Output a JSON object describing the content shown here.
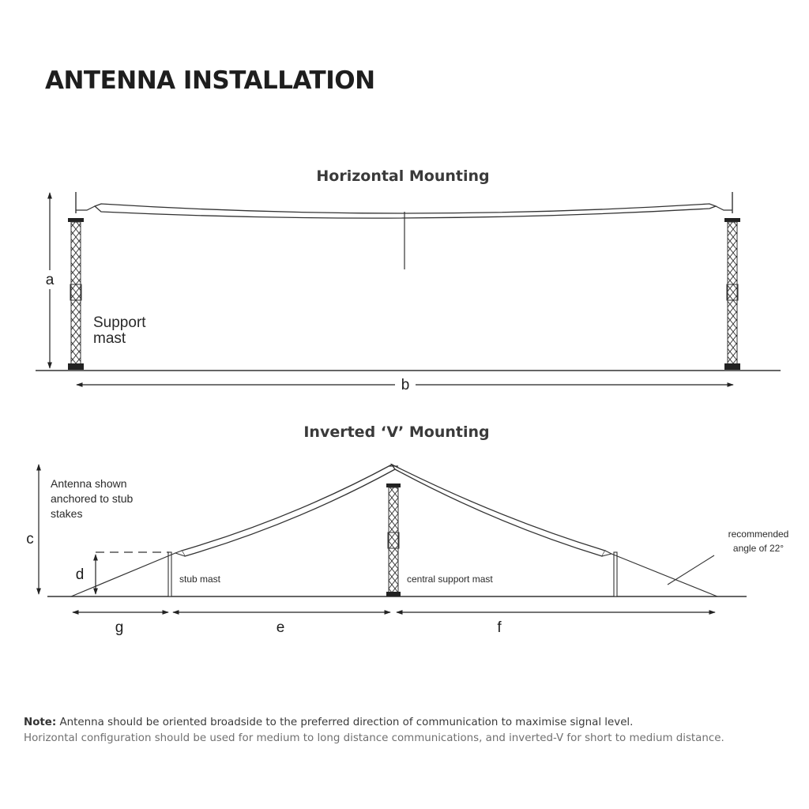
{
  "title": "ANTENNA INSTALLATION",
  "horizontal": {
    "heading": "Horizontal Mounting",
    "label_a": "a",
    "label_b": "b",
    "support_label_line1": "Support",
    "support_label_line2": "mast"
  },
  "inverted_v": {
    "heading": "Inverted ‘V’ Mounting",
    "label_c": "c",
    "label_d": "d",
    "label_e": "e",
    "label_f": "f",
    "label_g": "g",
    "anchor_note_line1": "Antenna shown",
    "anchor_note_line2": "anchored to stub",
    "anchor_note_line3": "stakes",
    "stub_mast_label": "stub mast",
    "central_mast_label": "central support mast",
    "angle_note_line1": "recommended",
    "angle_note_line2": "angle of 22°"
  },
  "note": {
    "prefix": "Note:",
    "line1": "Antenna should be oriented broadside to the preferred direction of communication to maximise signal level.",
    "line2": "Horizontal configuration should be used for medium to long distance communications, and inverted-V for short to medium distance."
  }
}
